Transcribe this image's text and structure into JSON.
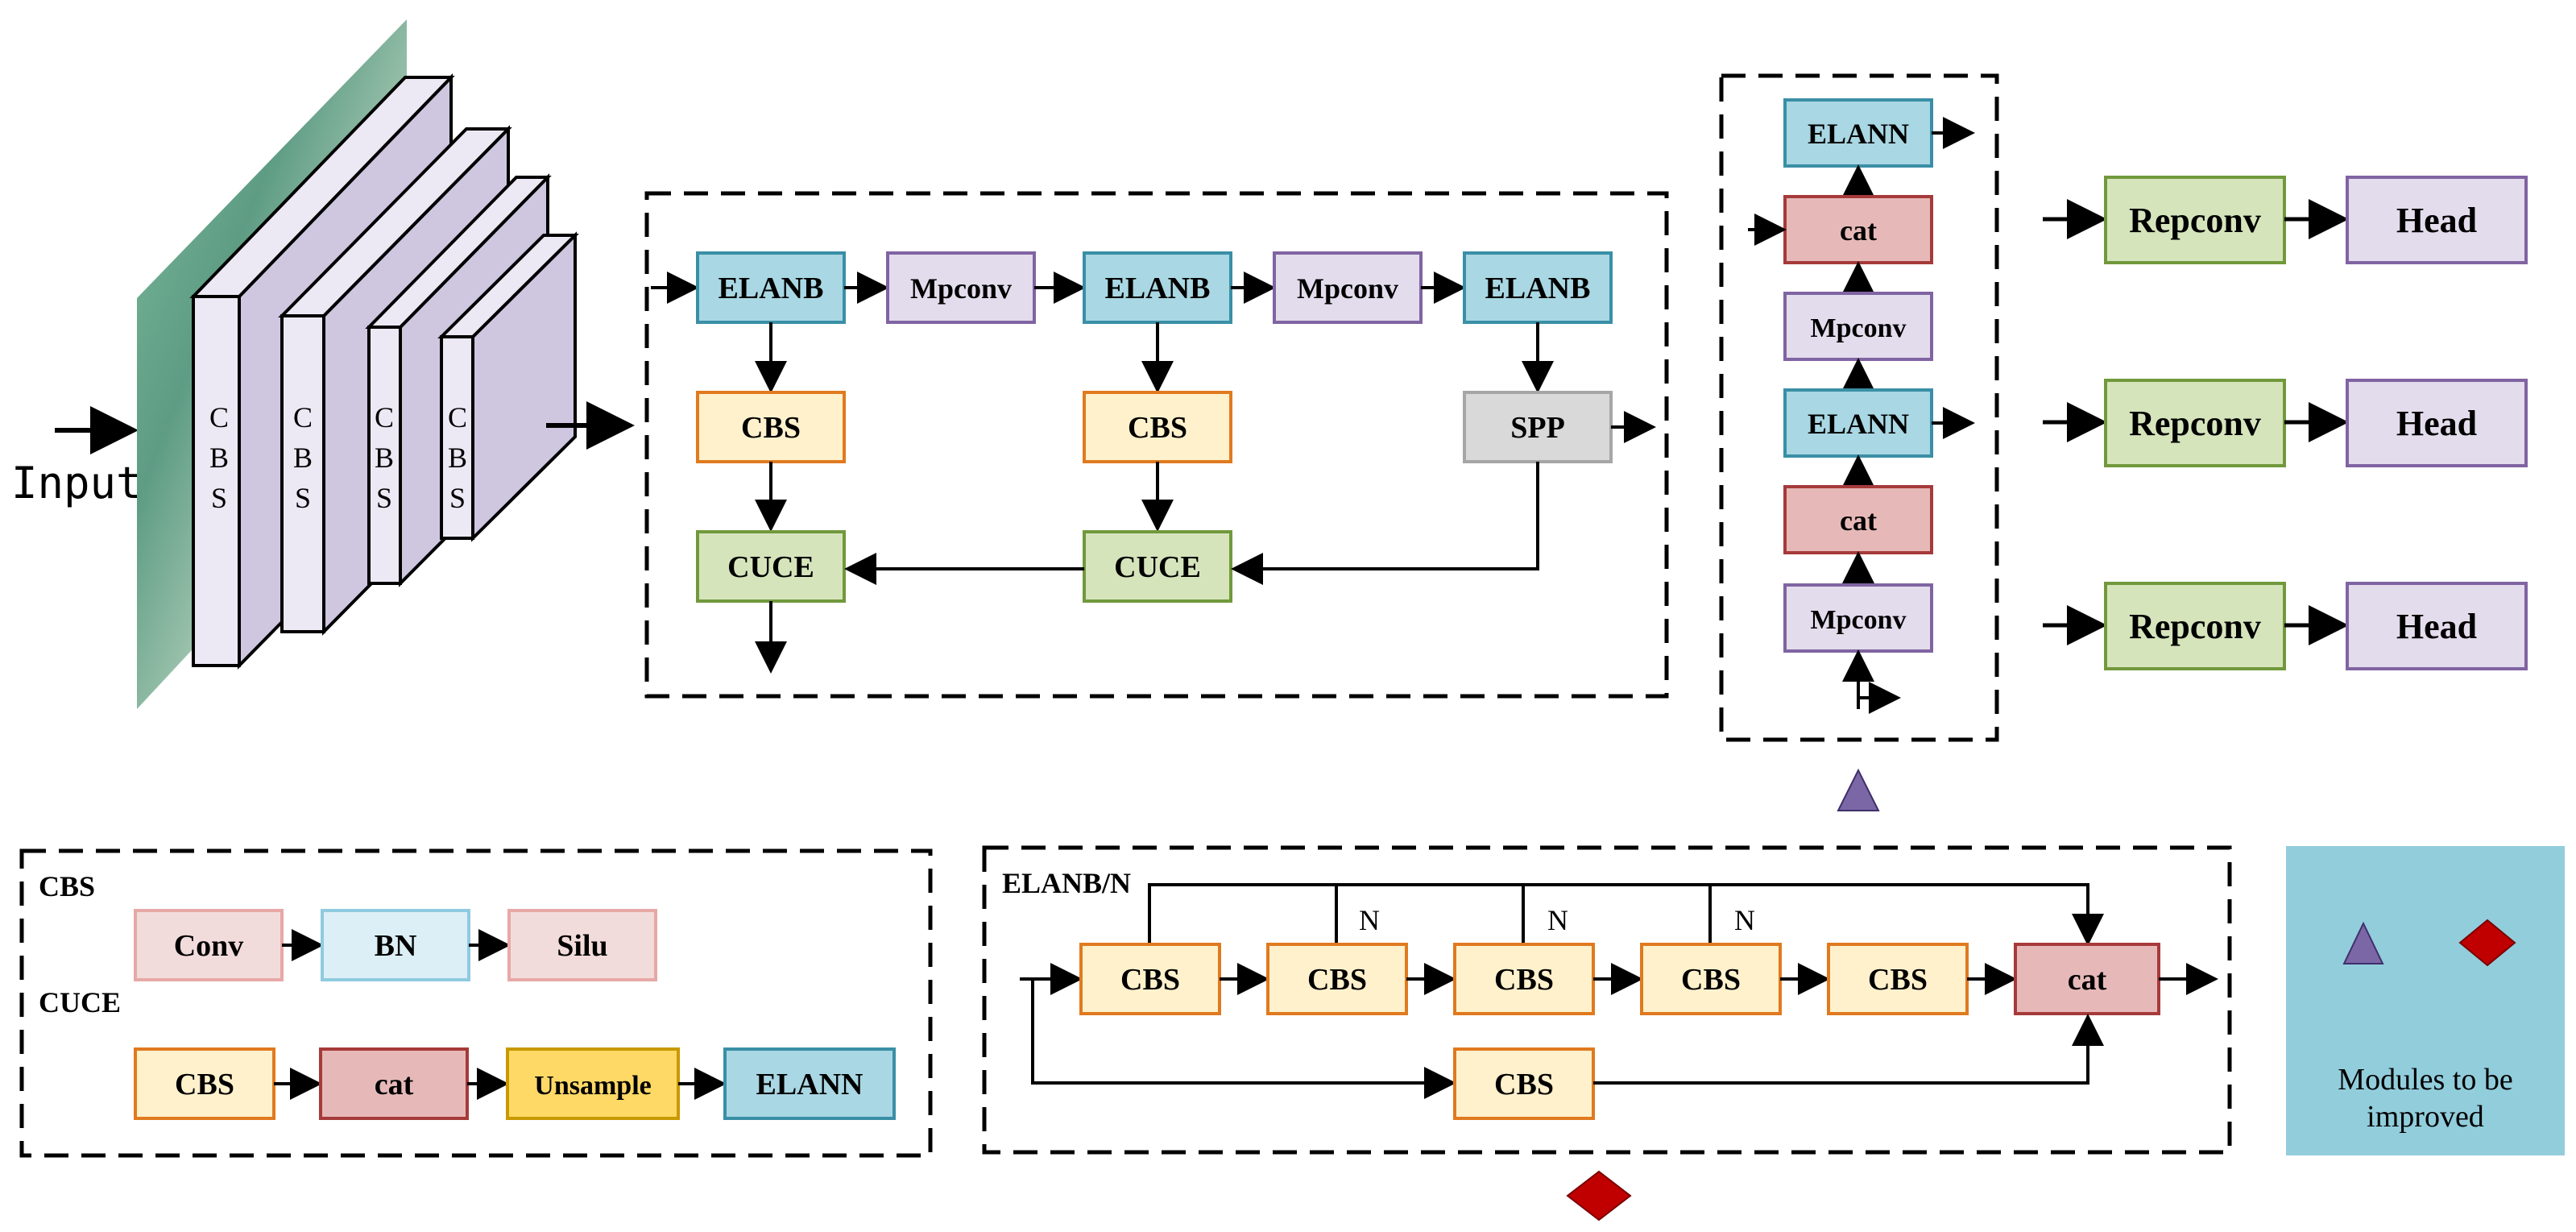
{
  "input_label": "Input",
  "backbone": {
    "layers": [
      "CBS",
      "CBS",
      "CBS",
      "CBS"
    ]
  },
  "neck": {
    "top_row": [
      "ELANB",
      "Mpconv",
      "ELANB",
      "Mpconv",
      "ELANB"
    ],
    "mid_row": [
      "CBS",
      "CBS",
      "SPP"
    ],
    "bottom_row": [
      "CUCE",
      "CUCE"
    ]
  },
  "column": {
    "blocks": [
      "ELANN",
      "cat",
      "Mpconv",
      "ELANN",
      "cat",
      "Mpconv"
    ]
  },
  "heads": [
    {
      "conv": "Repconv",
      "head": "Head"
    },
    {
      "conv": "Repconv",
      "head": "Head"
    },
    {
      "conv": "Repconv",
      "head": "Head"
    }
  ],
  "legend": {
    "cbs_title": "CBS",
    "cbs_blocks": [
      "Conv",
      "BN",
      "Silu"
    ],
    "cuce_title": "CUCE",
    "cuce_blocks": [
      "CBS",
      "cat",
      "Unsample",
      "ELANN"
    ]
  },
  "elan": {
    "title": "ELANB/N",
    "row_blocks": [
      "CBS",
      "CBS",
      "CBS",
      "CBS",
      "CBS",
      "cat"
    ],
    "n_labels": [
      "N",
      "N",
      "N"
    ],
    "bottom_block": "CBS"
  },
  "key": {
    "text_line1": "Modules to be",
    "text_line2": "improved",
    "triangle_color": "#7B67A6",
    "diamond_color": "#C00000"
  },
  "colors": {
    "elan_fill": "#A9D7E3",
    "elan_stroke": "#3A8FA6",
    "mp_fill": "#E3DCEC",
    "mp_stroke": "#8064A2",
    "cbs_fill": "#FFF1CC",
    "cbs_stroke": "#E07A1F",
    "cuce_fill": "#D6E4BC",
    "cuce_stroke": "#71993C",
    "spp_fill": "#D9D9D9",
    "spp_stroke": "#A6A6A6",
    "cat_fill": "#E6B9B8",
    "cat_stroke": "#A63A3A",
    "conv_fill": "#F2DCDB",
    "conv_stroke": "#E6A8A6",
    "bn_fill": "#DDEFF6",
    "bn_stroke": "#8FCBE0",
    "unsample_fill": "#FFD966",
    "unsample_stroke": "#C89A00",
    "key_bg": "#92CDDC"
  }
}
